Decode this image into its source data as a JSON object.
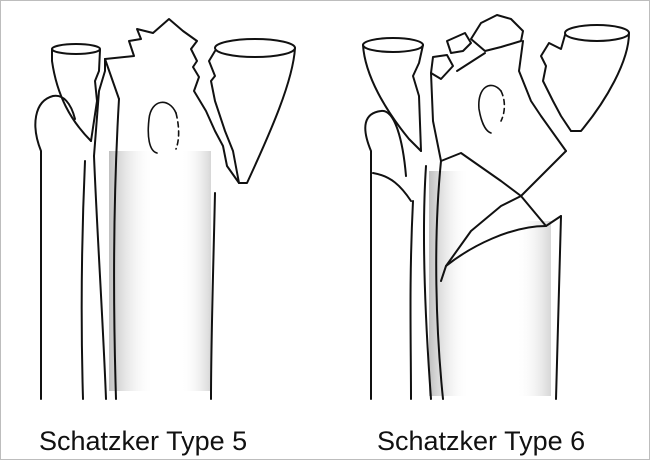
{
  "figure": {
    "panels": [
      {
        "caption": "Schatzker Type 5",
        "icon": "tibial-plateau-bicondylar-fracture-sketch"
      },
      {
        "caption": "Schatzker Type 6",
        "icon": "tibial-plateau-metaphyseal-dissociation-sketch"
      }
    ],
    "colors": {
      "line": "#111111",
      "shading": "#9a9a9a",
      "background": "#ffffff",
      "border": "#bdbdbd"
    }
  }
}
